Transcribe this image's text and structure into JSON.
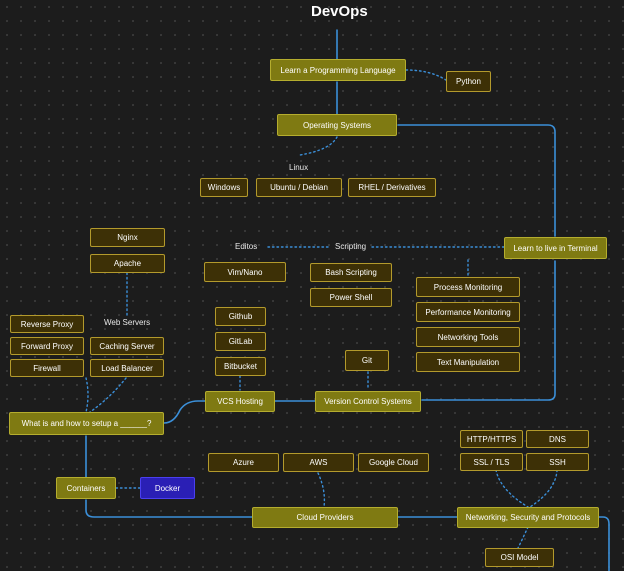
{
  "title": "DevOps",
  "colors": {
    "background": "#1c1c1c",
    "main_node": "#7f7a12",
    "sub_node": "#3d3006",
    "highlight_node": "#2a1fb5",
    "edge_solid": "#3b8fd8",
    "edge_dotted": "#3b8fd8"
  },
  "nodes": {
    "learn_programming": "Learn a Programming Language",
    "python": "Python",
    "operating_systems": "Operating Systems",
    "windows": "Windows",
    "ubuntu": "Ubuntu / Debian",
    "rhel": "RHEL / Derivatives",
    "nginx": "Nginx",
    "apache": "Apache",
    "learn_terminal": "Learn to live in Terminal",
    "vim_nano": "Vim/Nano",
    "bash_scripting": "Bash Scripting",
    "power_shell": "Power Shell",
    "process_monitoring": "Process Monitoring",
    "performance_monitoring": "Performance Monitoring",
    "networking_tools": "Networking Tools",
    "text_manipulation": "Text Manipulation",
    "reverse_proxy": "Reverse Proxy",
    "forward_proxy": "Forward Proxy",
    "firewall": "Firewall",
    "caching_server": "Caching Server",
    "load_balancer": "Load Balancer",
    "github": "Github",
    "gitlab": "GitLab",
    "bitbucket": "Bitbucket",
    "git": "Git",
    "vcs_hosting": "VCS Hosting",
    "version_control": "Version Control Systems",
    "setup_servers": "What is and how to setup a ______?",
    "http_https": "HTTP/HTTPS",
    "dns": "DNS",
    "ssl_tls": "SSL / TLS",
    "ssh": "SSH",
    "azure": "Azure",
    "aws": "AWS",
    "google_cloud": "Google Cloud",
    "containers": "Containers",
    "docker": "Docker",
    "cloud_providers": "Cloud Providers",
    "networking_security": "Networking, Security and Protocols",
    "osi_model": "OSI Model"
  },
  "labels": {
    "linux": "Linux",
    "editors": "Editos",
    "scripting": "Scripting",
    "web_servers": "Web Servers"
  }
}
